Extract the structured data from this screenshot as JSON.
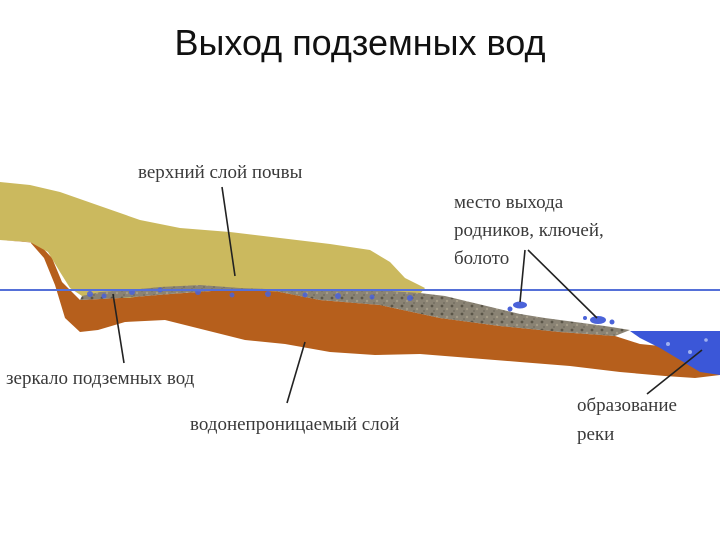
{
  "slide": {
    "title": "Выход подземных вод"
  },
  "labels": {
    "topsoil": "верхний слой почвы",
    "spring_line1": "место выхода",
    "spring_line2": "родников, ключей,",
    "spring_line3": "болото",
    "water_table": "зеркало подземных вод",
    "impermeable": "водонепроницаемый слой",
    "river_line1": "образование",
    "river_line2": "реки"
  },
  "colors": {
    "topsoil": "#cbb95e",
    "clay": "#b65f1c",
    "aquifer": "#8a8374",
    "water_line": "#5570d8",
    "water_blue": "#4b63d9",
    "river": "#3b57d8",
    "label_text": "#3a3a3a",
    "pointer_line": "#222222"
  }
}
